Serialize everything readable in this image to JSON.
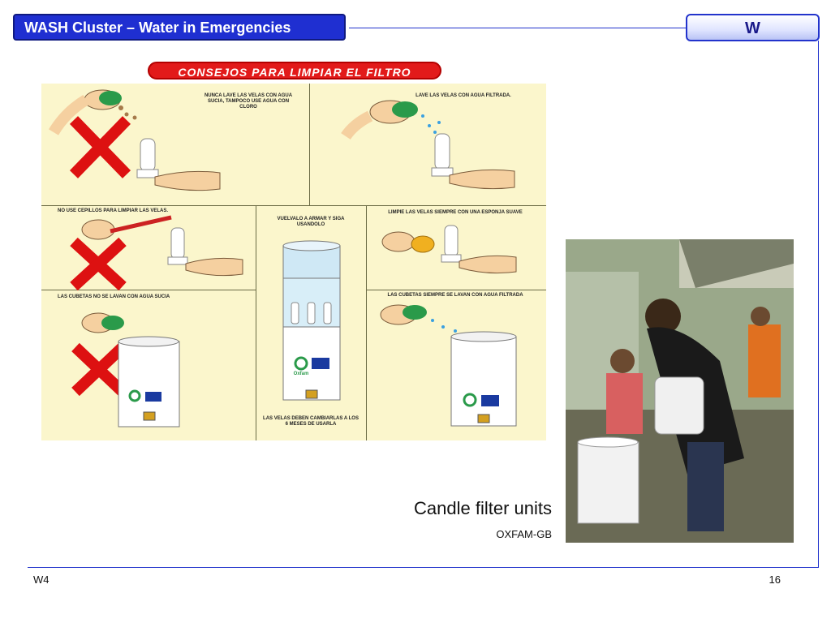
{
  "header": {
    "title": "WASH Cluster –  Water in Emergencies",
    "tag": "W"
  },
  "poster": {
    "banner": "CONSEJOS PARA LIMPIAR EL FILTRO",
    "captions": {
      "p1": "NUNCA LAVE LAS VELAS CON AGUA SUCIA, TAMPOCO USE AGUA CON CLORO",
      "p2": "LAVE LAS VELAS CON AGUA FILTRADA.",
      "p3": "NO USE CEPILLOS PARA LIMPIAR LAS VELAS.",
      "p4": "VUELVALO A ARMAR  Y SIGA USANDOLO",
      "p5": "LIMPIE LAS VELAS SIEMPRE CON UNA ESPONJA SUAVE",
      "p6": "LAS CUBETAS NO SE LAVAN CON AGUA SUCIA",
      "p7": "LAS CUBETAS SIEMPRE SE LAVAN CON AGUA FILTRADA",
      "p8": "LAS VELAS DEBEN CAMBIARLAS A LOS 6 MESES DE USARLA"
    },
    "bucket_label": "Oxfam"
  },
  "content": {
    "caption": "Candle filter units",
    "credit": "OXFAM-GB"
  },
  "footer": {
    "left": "W4",
    "page_number": "16"
  },
  "colors": {
    "title_bg": "#1f2fd1",
    "banner_red": "#e21a1a",
    "poster_bg": "#fbf6cc"
  }
}
